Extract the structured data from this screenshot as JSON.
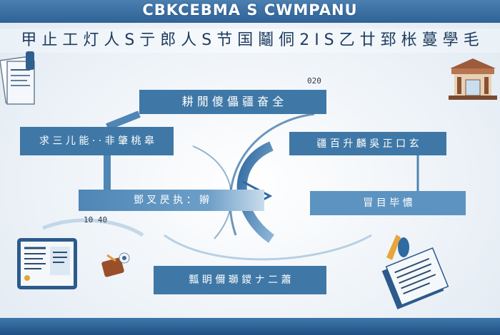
{
  "header": {
    "brand": "CBKCEBMA S CWMPANU",
    "subtitle": "甲 止 工 灯 人 S 亍 郎 人 S 节 国 鬮 侗 2 I S 乙 廿 郅 枨 蔓 學 毛"
  },
  "diagram": {
    "nodes": [
      {
        "id": "top-center",
        "label": "耕 閒 傻 儡 疆 奋 全"
      },
      {
        "id": "left-upper",
        "label": "求 三 儿 能 · · 非 肇 桃 皋"
      },
      {
        "id": "right-upper",
        "label": "疆 百 升 麟 吳 正 口 玄"
      },
      {
        "id": "middle-arrow",
        "label": "鄧 叉 昃 执 ： 辮"
      },
      {
        "id": "right-lower",
        "label": "冒 目 毕 憹"
      },
      {
        "id": "bottom-center",
        "label": "瓢 眀 儞 瑡 鑁 ナ 二 蕭"
      }
    ],
    "annotations": {
      "top_number": "020",
      "left_number": "10 40"
    }
  },
  "illustrations": {
    "top_left": "documents-icon",
    "top_right": "building-icon",
    "bottom_left": "tablet-icon",
    "bottom_left_2": "gift-icon",
    "bottom_right": "document-pen-icon"
  },
  "colors": {
    "primary": "#3f78a6",
    "secondary": "#5d93c0",
    "band": "#2f6296"
  }
}
